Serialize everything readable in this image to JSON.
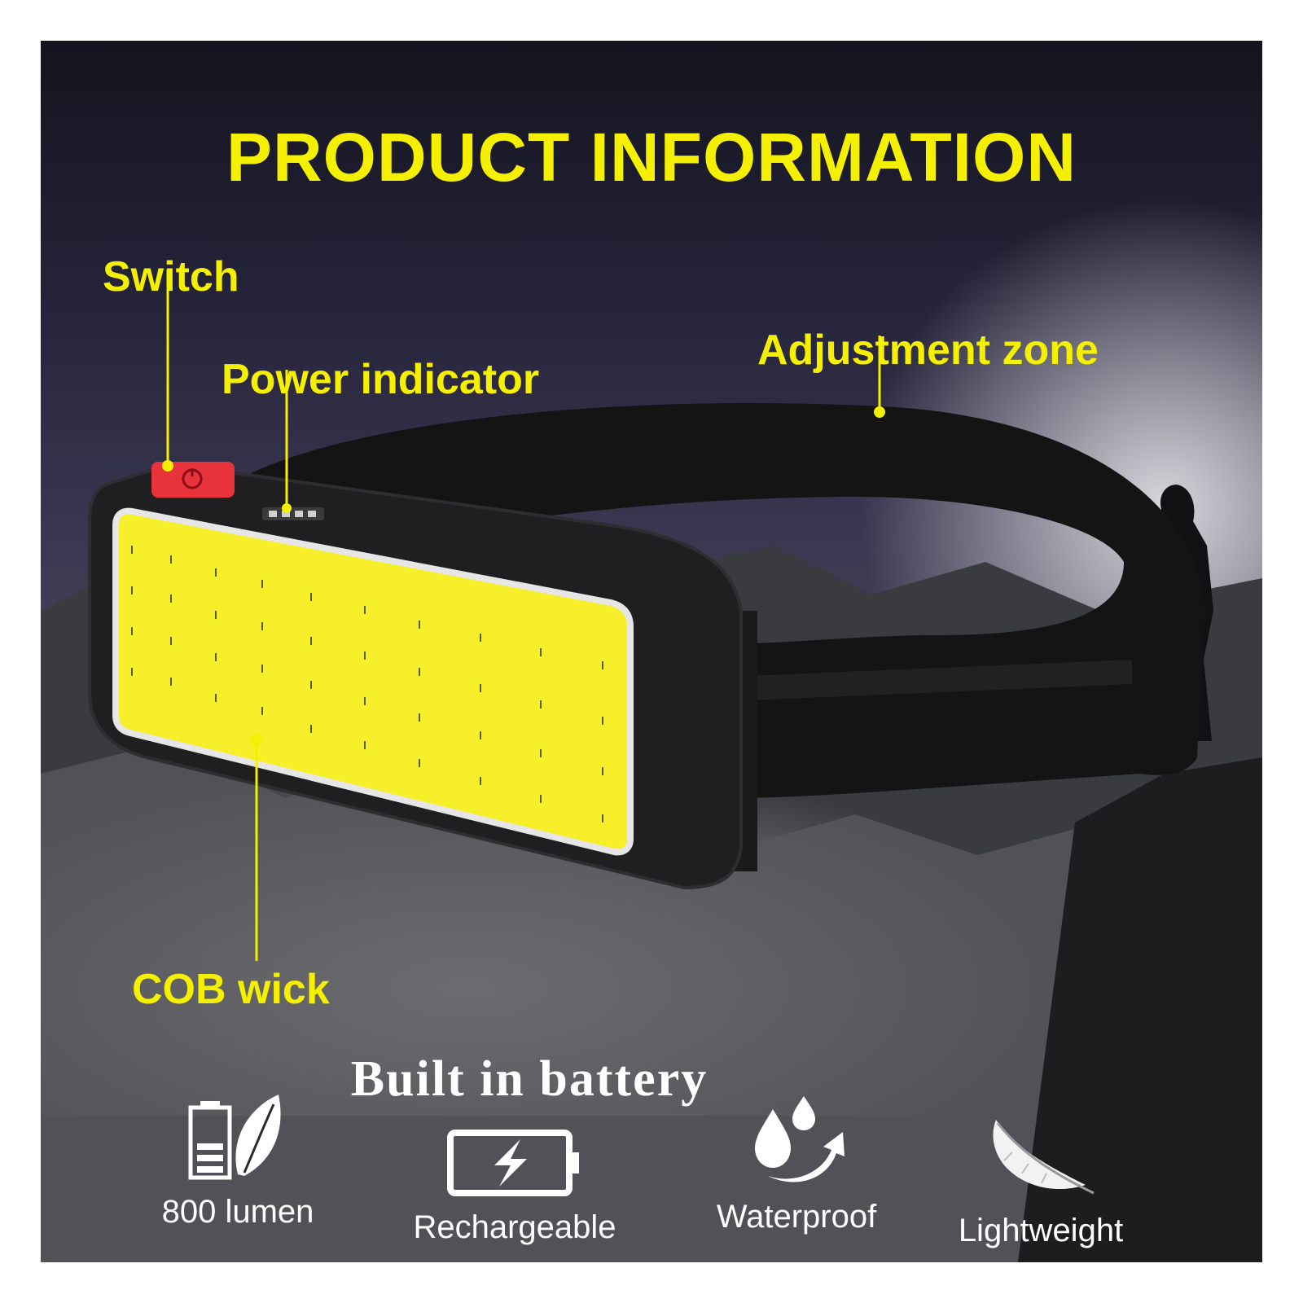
{
  "colors": {
    "accent": "#f5f000",
    "led": "#f6ef2a",
    "switch": "#e8323c",
    "housing": "#1c1c1e",
    "text_white": "#ffffff"
  },
  "title": "PRODUCT INFORMATION",
  "callouts": {
    "switch": "Switch",
    "power_indicator": "Power indicator",
    "adjustment_zone": "Adjustment zone",
    "cob_wick": "COB wick"
  },
  "battery_title": "Built in battery",
  "features": [
    {
      "icon": "battery-leaf-icon",
      "number": "800",
      "label": "lumen"
    },
    {
      "icon": "charging-battery-icon",
      "label": "Rechargeable"
    },
    {
      "icon": "water-drops-icon",
      "label": "Waterproof"
    },
    {
      "icon": "feather-icon",
      "label": "Lightweight"
    }
  ]
}
